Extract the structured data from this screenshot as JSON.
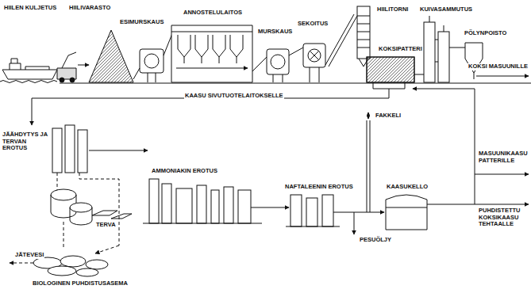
{
  "diagram": {
    "labels": [
      "HIILEN KULJETUS",
      "HIILIVARASTO",
      "ESIMURSKAUS",
      "ANNOSTELULAITOS",
      "MURSKAUS",
      "SEKOITUS",
      "HIILITORNI",
      "KOKSIPATTERI",
      "KUIVASAMMUTUS",
      "PÖLYNPOISTO",
      "KOKSI MASUUNILLE",
      "KAASU SIVUTUOTELAITOKSELLE",
      "JÄÄHDYTYS JA TERVAN EROTUS",
      "AMMONIAKIN EROTUS",
      "TERVA",
      "NAFTALEENIN EROTUS",
      "FAKKELI",
      "KAASUKELLO",
      "MASUUNIKAASU PATTERILLE",
      "PUHDISTETTU KOKSIKAASU TEHTAALLE",
      "PESUÖLJY",
      "JÄTEVESI",
      "BIOLOGINEN PUHDISTUSASEMA"
    ]
  }
}
